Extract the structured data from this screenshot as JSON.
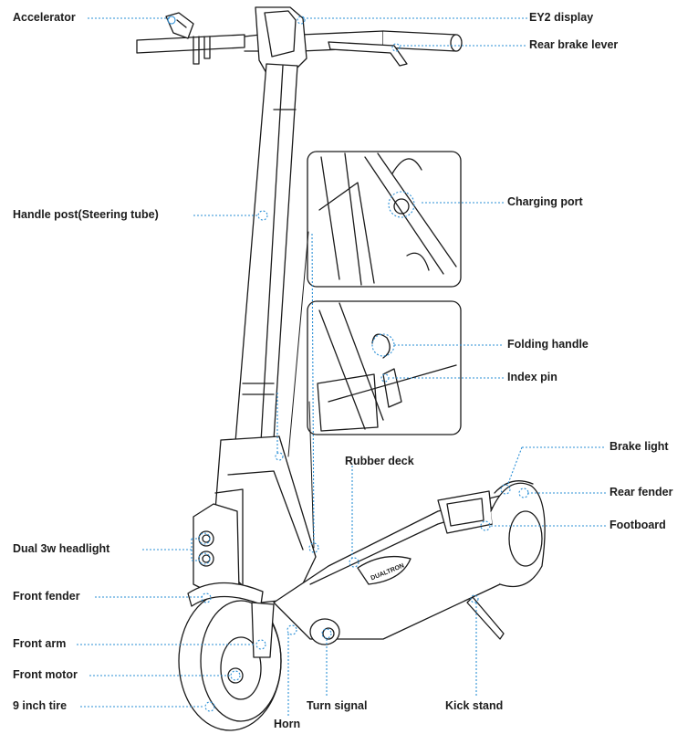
{
  "diagram": {
    "callout_color": "#2a8fd6",
    "line_color": "#1a1a1a",
    "brand_text": "DUALTRON",
    "labels": {
      "accelerator": "Accelerator",
      "ey2_display": "EY2 display",
      "rear_brake_lever": "Rear brake lever",
      "handle_post": "Handle post(Steering tube)",
      "charging_port": "Charging port",
      "folding_handle": "Folding handle",
      "index_pin": "Index pin",
      "rubber_deck": "Rubber deck",
      "brake_light": "Brake light",
      "rear_fender": "Rear fender",
      "footboard": "Footboard",
      "dual_headlight": "Dual 3w headlight",
      "front_fender": "Front fender",
      "front_arm": "Front arm",
      "front_motor": "Front motor",
      "tire": "9 inch tire",
      "turn_signal": "Turn signal",
      "kick_stand": "Kick stand",
      "horn": "Horn"
    }
  }
}
